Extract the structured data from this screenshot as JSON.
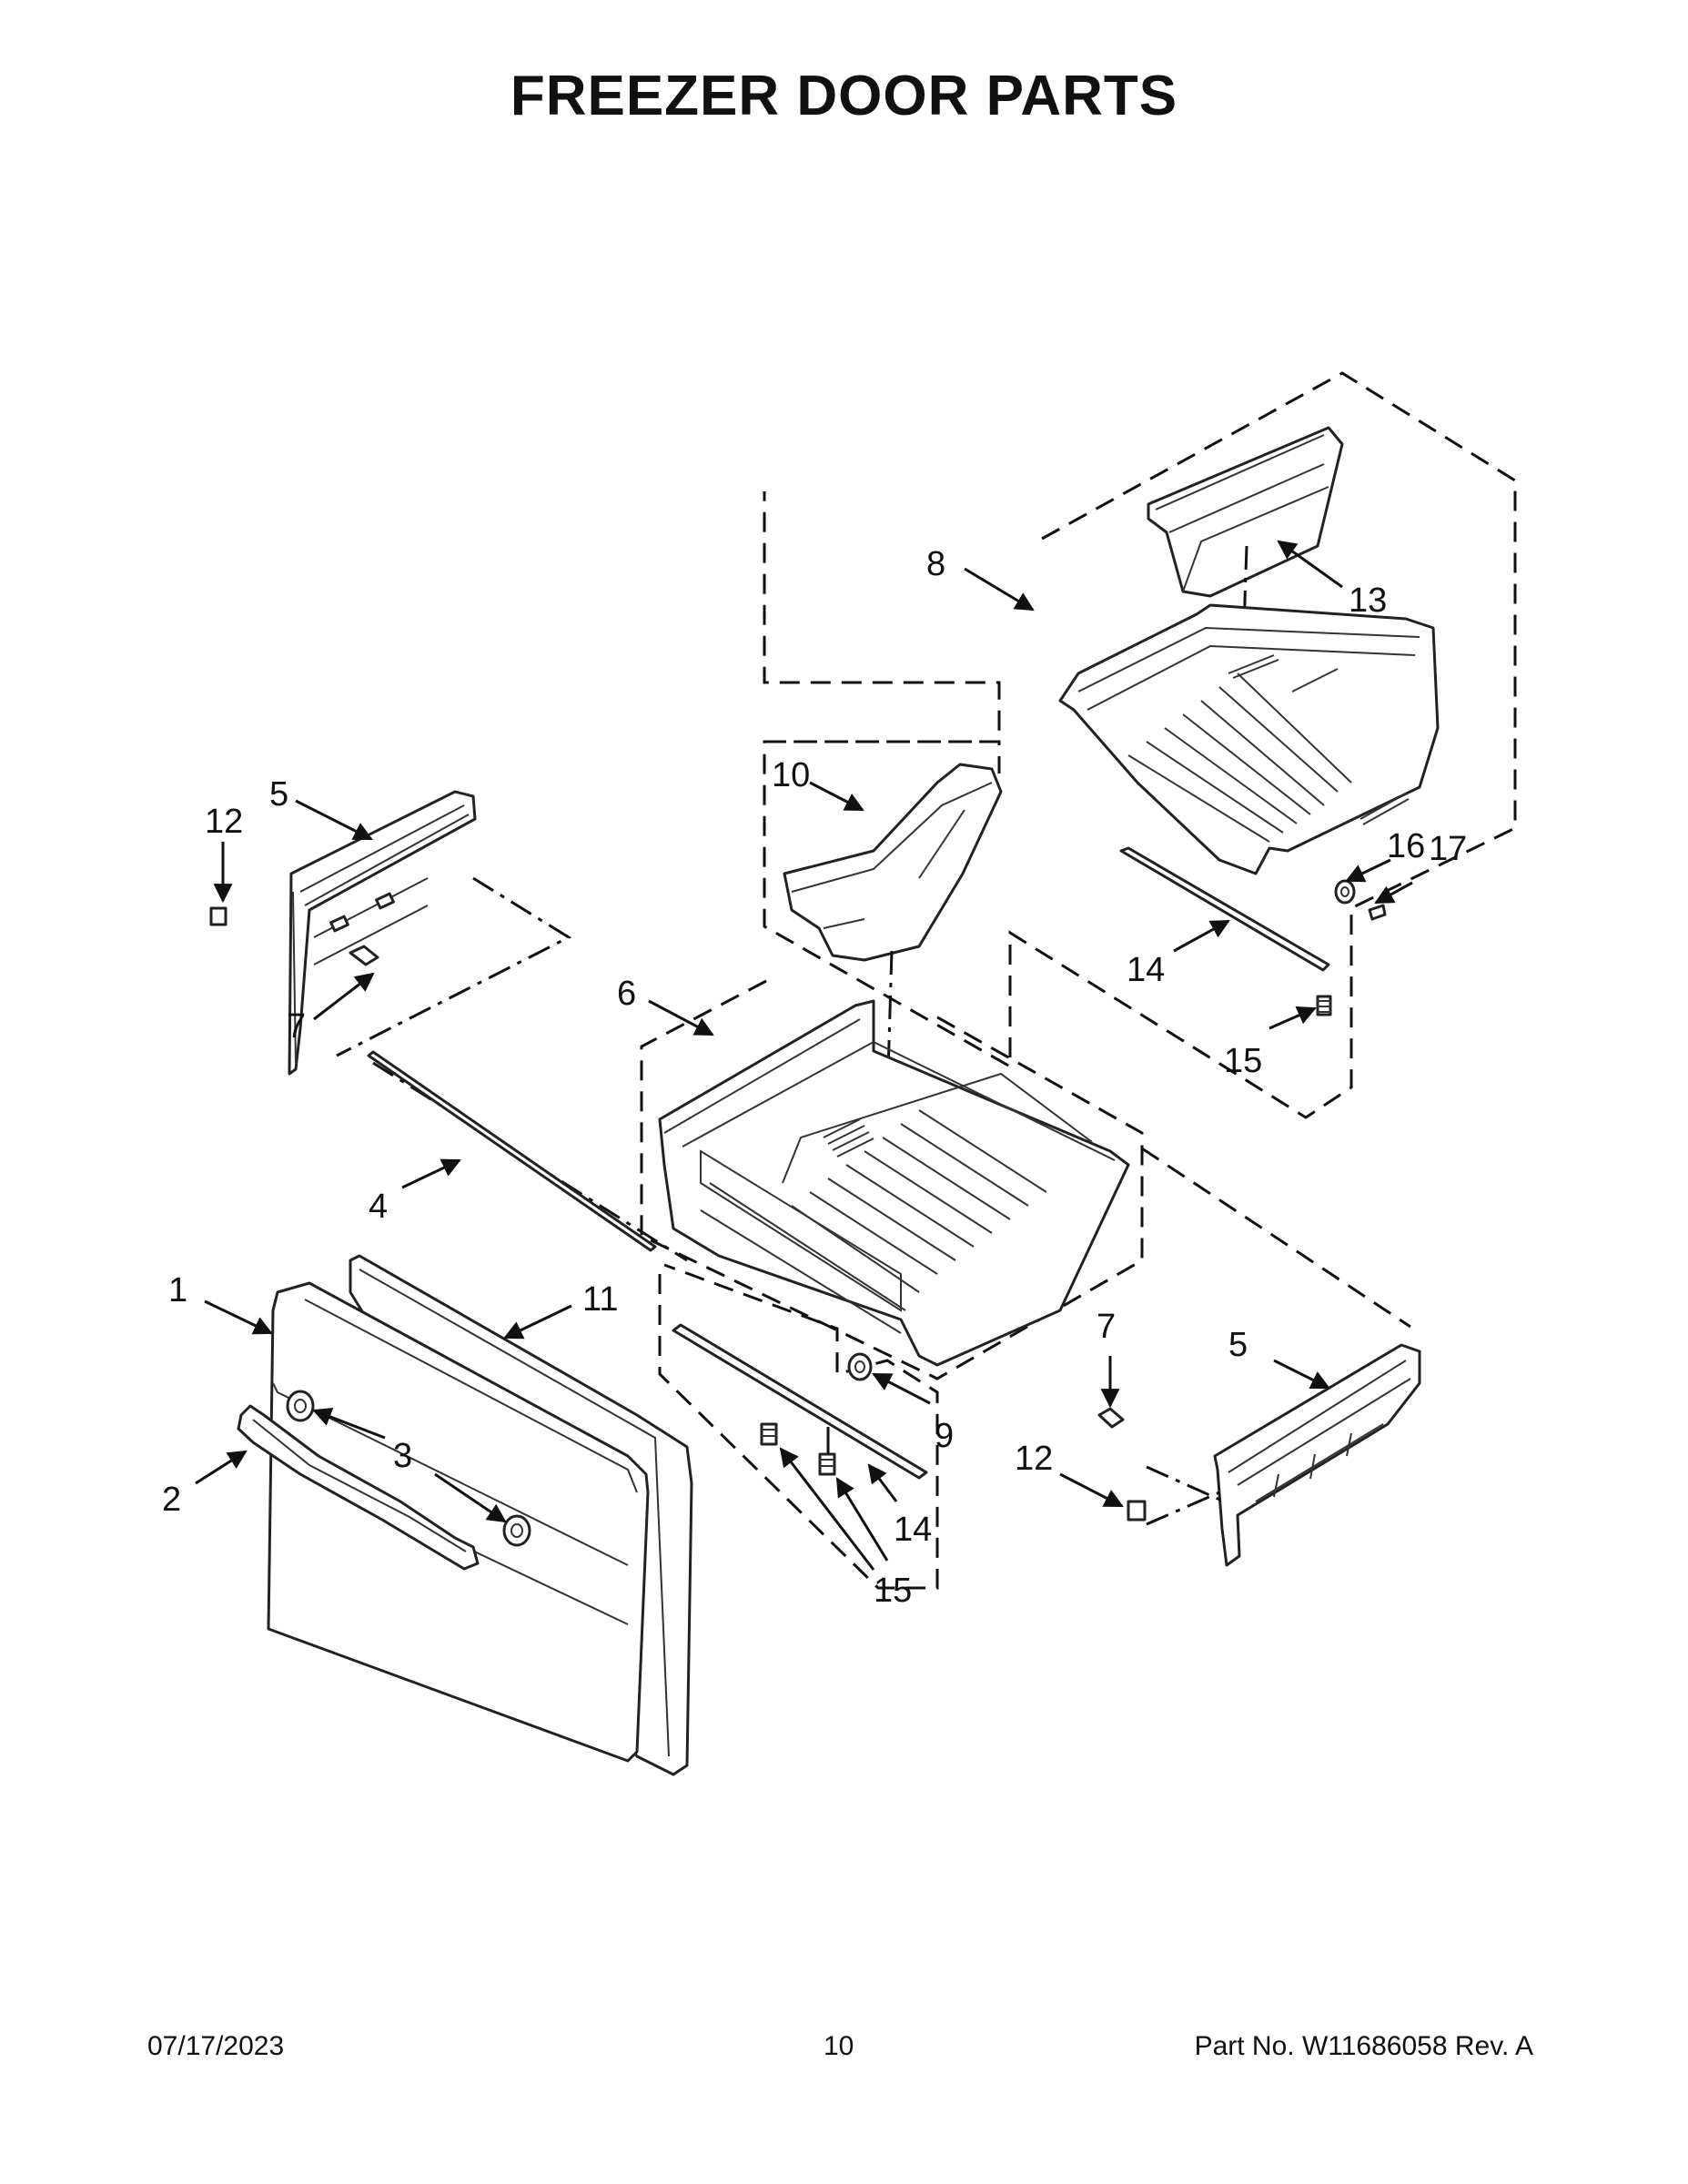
{
  "title": "FREEZER DOOR PARTS",
  "callouts": [
    {
      "id": "1",
      "label": "1"
    },
    {
      "id": "2",
      "label": "2"
    },
    {
      "id": "3",
      "label": "3"
    },
    {
      "id": "4",
      "label": "4"
    },
    {
      "id": "5a",
      "label": "5"
    },
    {
      "id": "5b",
      "label": "5"
    },
    {
      "id": "6",
      "label": "6"
    },
    {
      "id": "7a",
      "label": "7"
    },
    {
      "id": "7b",
      "label": "7"
    },
    {
      "id": "8",
      "label": "8"
    },
    {
      "id": "9",
      "label": "9"
    },
    {
      "id": "10",
      "label": "10"
    },
    {
      "id": "11",
      "label": "11"
    },
    {
      "id": "12a",
      "label": "12"
    },
    {
      "id": "12b",
      "label": "12"
    },
    {
      "id": "13",
      "label": "13"
    },
    {
      "id": "14a",
      "label": "14"
    },
    {
      "id": "14b",
      "label": "14"
    },
    {
      "id": "15a",
      "label": "15"
    },
    {
      "id": "15b",
      "label": "15"
    },
    {
      "id": "16",
      "label": "16"
    },
    {
      "id": "17",
      "label": "17"
    }
  ],
  "footer": {
    "date": "07/17/2023",
    "page": "10",
    "part": "Part No.  W11686058  Rev.  A"
  }
}
